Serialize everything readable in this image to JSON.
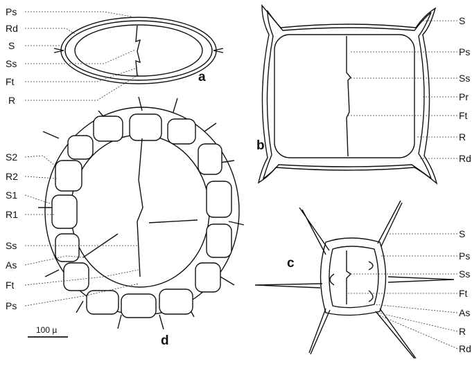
{
  "figure": {
    "panels": {
      "a": "a",
      "b": "b",
      "c": "c",
      "d": "d"
    },
    "scale_bar": "100 µ",
    "labels_a": [
      "Ps",
      "Rd",
      "S",
      "Ss",
      "Ft",
      "R"
    ],
    "labels_b": [
      "S",
      "Ps",
      "Ss",
      "Pr",
      "Ft",
      "R",
      "Rd"
    ],
    "labels_c": [
      "S",
      "Ps",
      "Ss",
      "Ft",
      "As",
      "R",
      "Rd"
    ],
    "labels_d": [
      "S2",
      "R2",
      "S1",
      "R1",
      "Ss",
      "As",
      "Ft",
      "Ps"
    ]
  }
}
